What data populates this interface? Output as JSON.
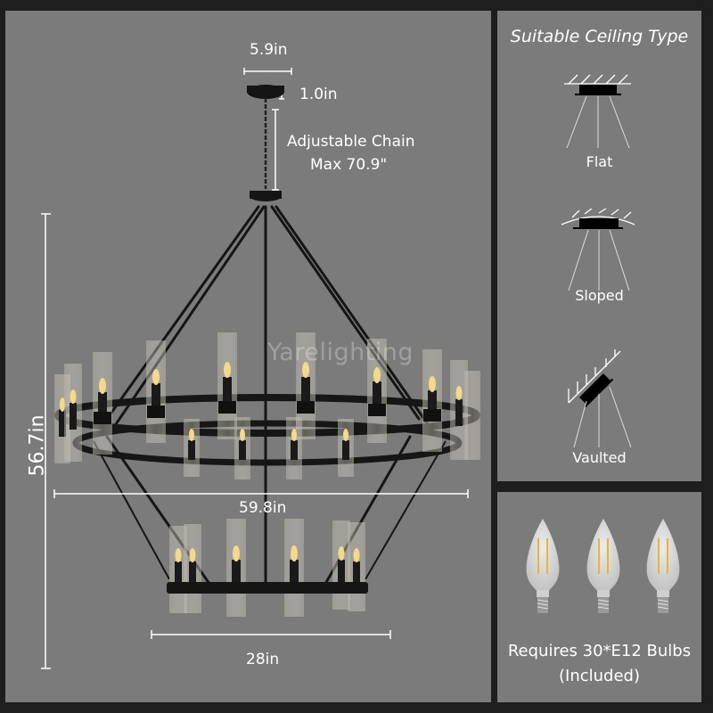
{
  "product": {
    "type": "wagon wheel chandelier, 2-tier, black iron with clear glass cylinders",
    "watermark": "Yarelighting"
  },
  "dimensions": {
    "canopy_width": "5.9in",
    "canopy_height": "1.0in",
    "chain_label_line1": "Adjustable Chain",
    "chain_label_line2": "Max 70.9\"",
    "total_height": "56.7in",
    "upper_diameter": "59.8in",
    "lower_diameter": "28in"
  },
  "ceiling_panel": {
    "title": "Suitable Ceiling Type",
    "types": [
      {
        "label": "Flat",
        "icon": "flat-ceiling-icon"
      },
      {
        "label": "Sloped",
        "icon": "sloped-ceiling-icon"
      },
      {
        "label": "Vaulted",
        "icon": "vaulted-ceiling-icon"
      }
    ]
  },
  "bulb_panel": {
    "line1": "Requires 30*E12 Bulbs",
    "line2": "(Included)",
    "bulb_count_shown": 3,
    "icon": "candelabra-bulb-icon"
  },
  "colors": {
    "frame": "#1e1e1e",
    "panel": "#7b7b7b",
    "text": "#ffffff",
    "metal": "#1a1a1a",
    "glass": "#c9c2b2",
    "flame": "#f3d98a"
  }
}
